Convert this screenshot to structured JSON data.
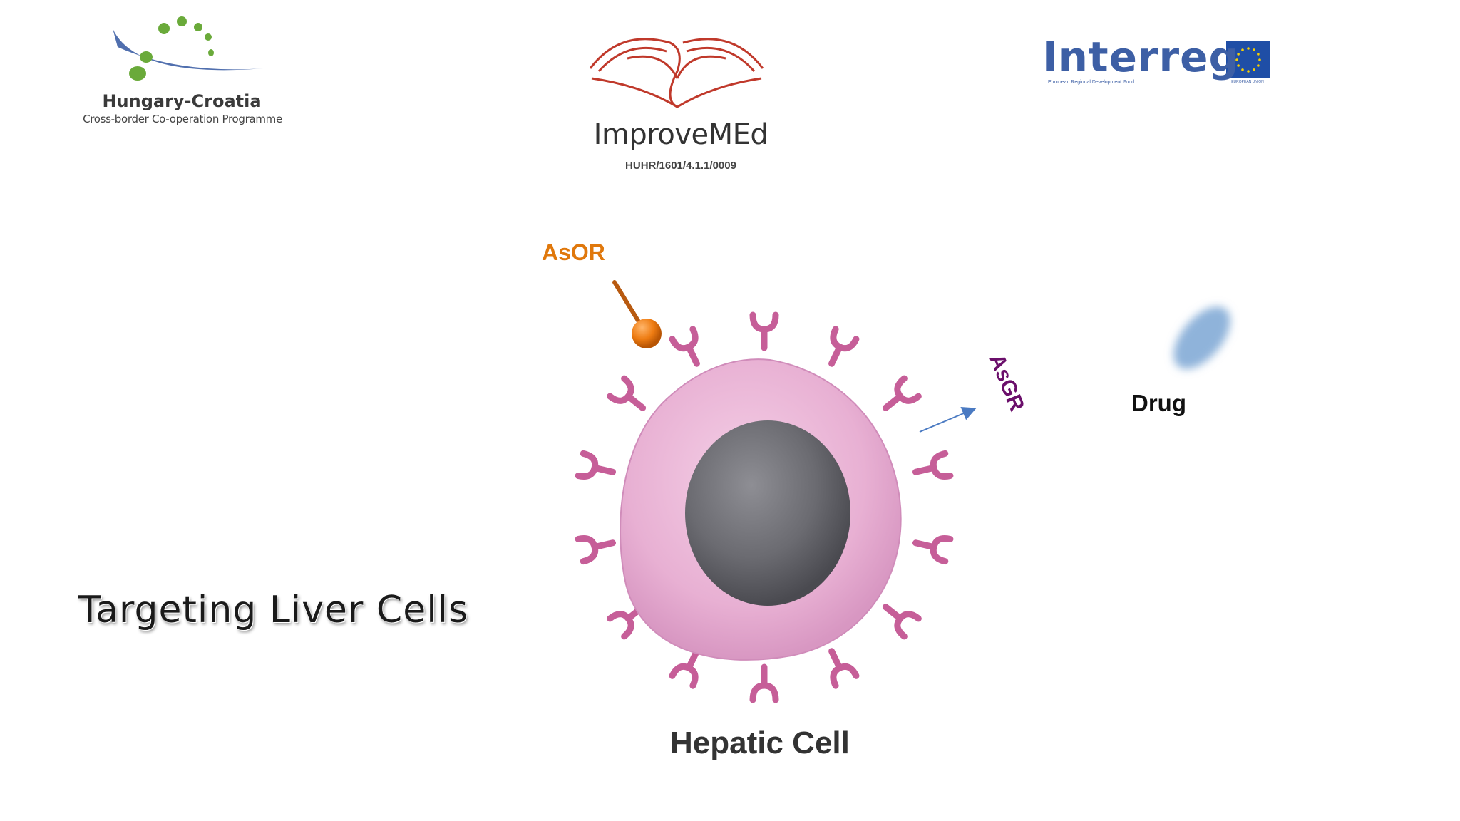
{
  "logos": {
    "hungary_croatia": {
      "title": "Hungary-Croatia",
      "subtitle": "Cross-border Co-operation Programme",
      "dot_color": "#6aaa3a",
      "swoosh_color": "#3d5fa5"
    },
    "improvemed": {
      "name": "ImproveMEd",
      "code": "HUHR/1601/4.1.1/0009",
      "hands_color": "#c0392b"
    },
    "interreg": {
      "name": "Interreg",
      "subtitle": "European Regional Development Fund",
      "eu_label": "EUROPEAN UNION",
      "brand_color": "#3d5fa5",
      "flag_color": "#1f4ea6",
      "star_color": "#f7d000"
    }
  },
  "diagram": {
    "labels": {
      "asor": "AsOR",
      "asgr": "AsGR",
      "drug": "Drug",
      "hepatic_cell": "Hepatic Cell"
    },
    "colors": {
      "asor": "#e0780c",
      "asgr": "#6b0f6b",
      "cell_membrane": "#e9b4d6",
      "cell_edge": "#d79bc2",
      "nucleus": "#6a6a6e",
      "receptor": "#c65e98",
      "arrow": "#4a7ac2",
      "drug": "#8fb3da"
    },
    "receptor_count": 14
  },
  "slide_title": "Targeting Liver Cells"
}
